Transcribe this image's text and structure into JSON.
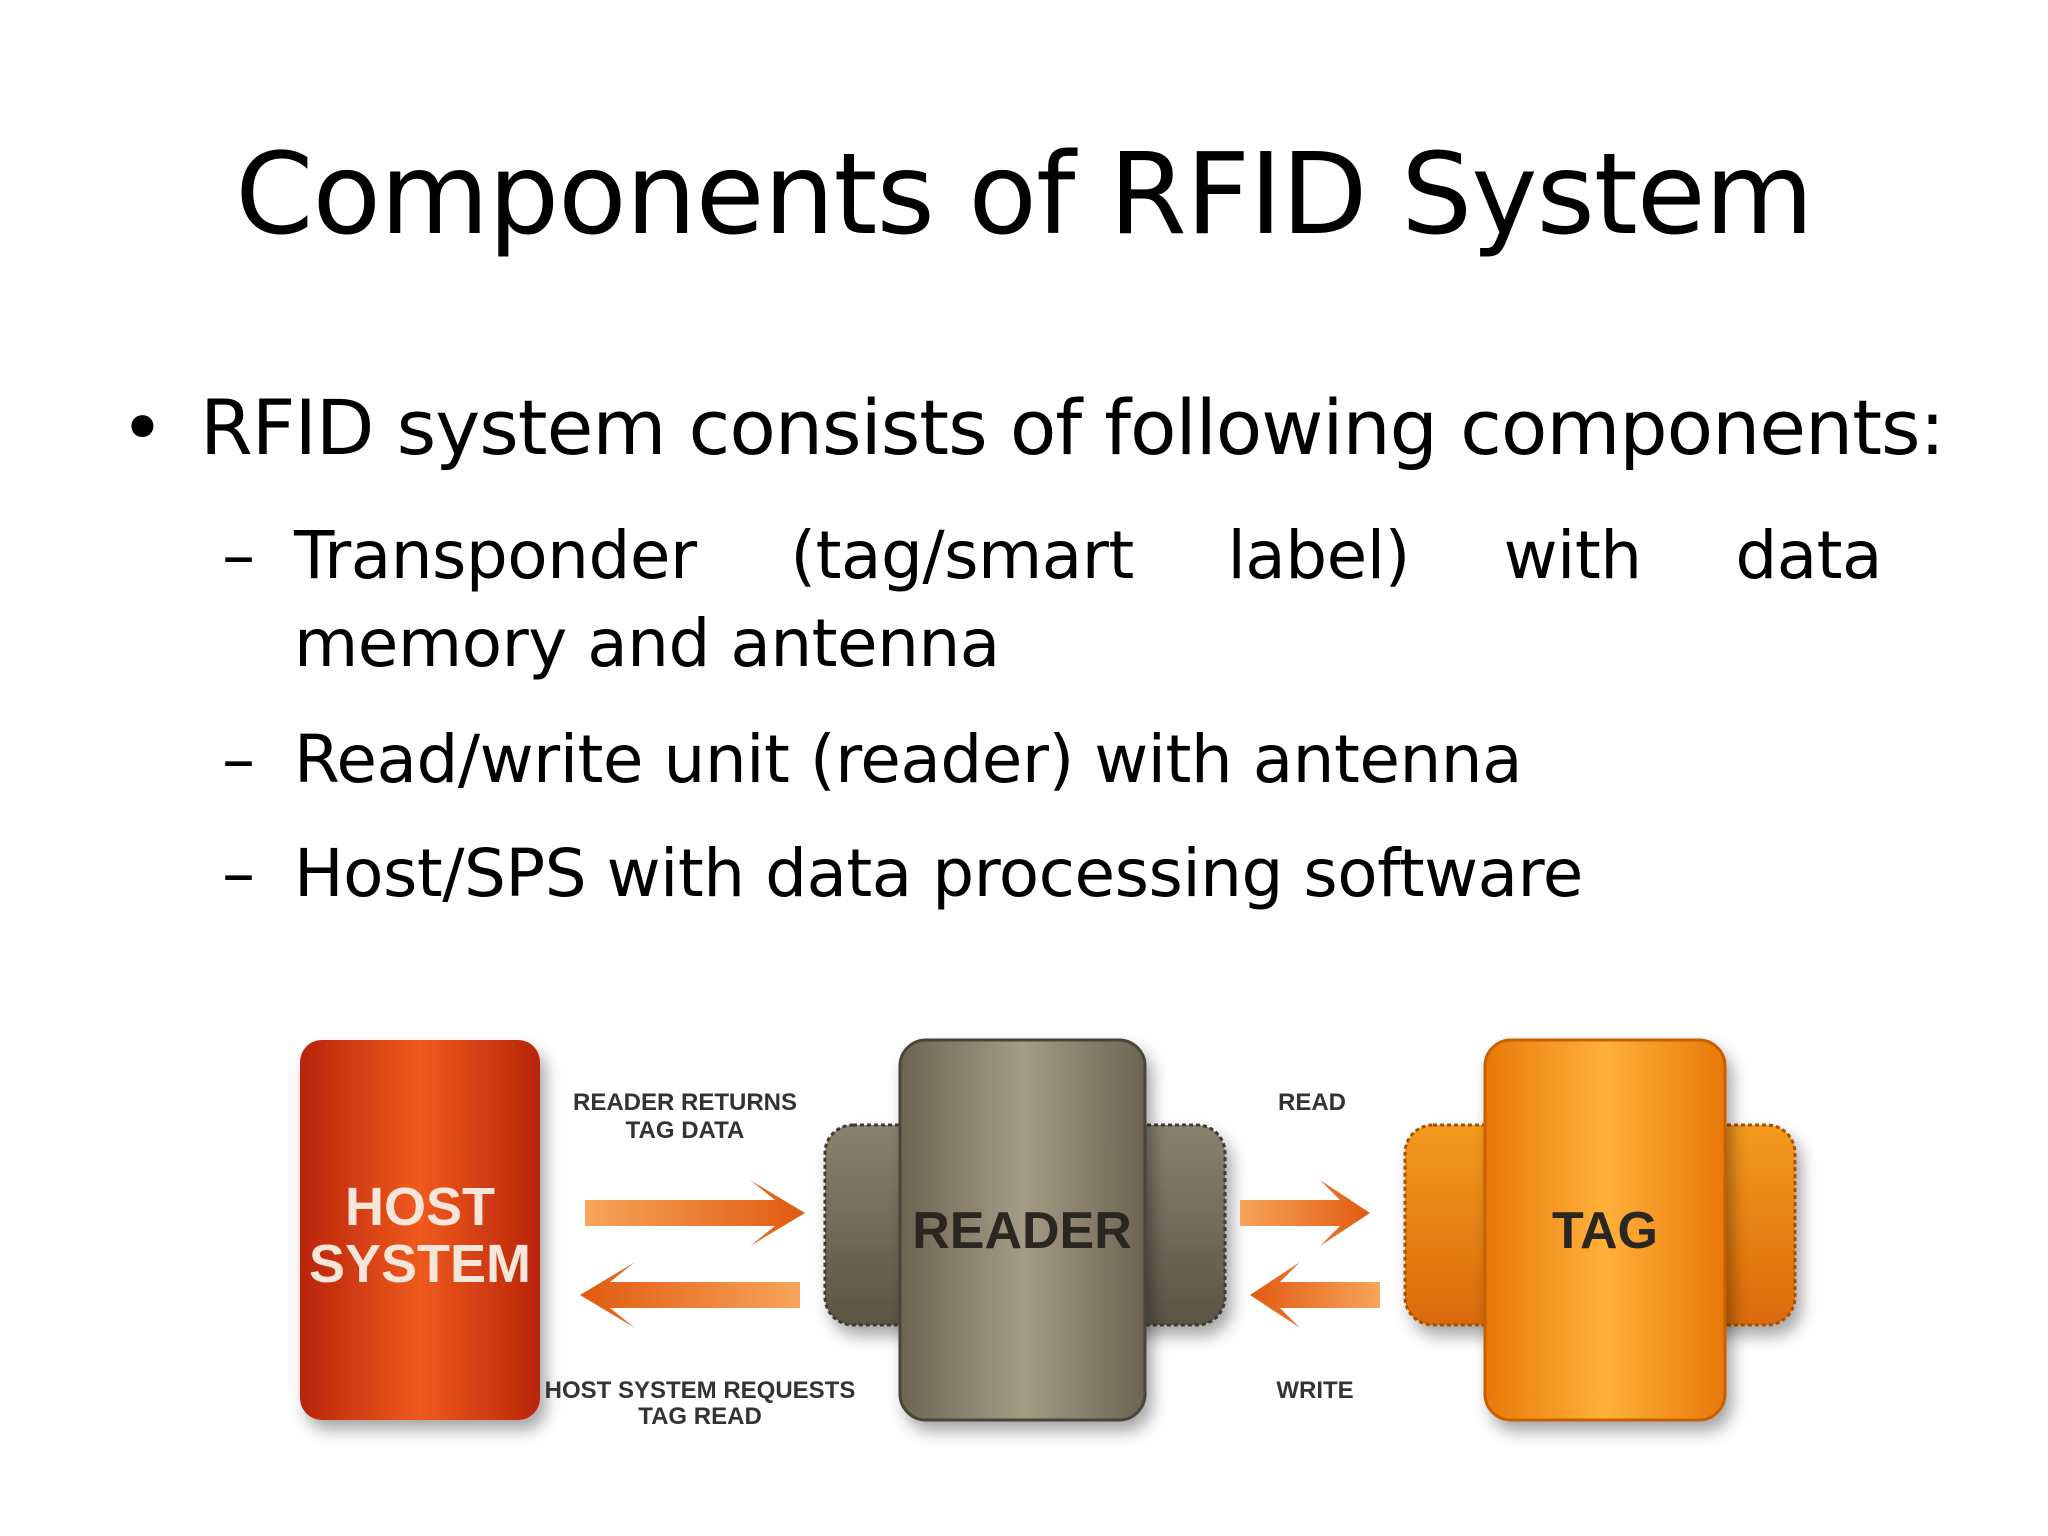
{
  "slide": {
    "title": "Components of RFID System",
    "bullet": "RFID system consists of following components:",
    "bullet_marker": "•",
    "dash_marker": "–",
    "subitems": [
      "Transponder (tag/smart label) with data memory and antenna",
      "Read/write unit (reader) with antenna",
      "Host/SPS with data processing software"
    ]
  },
  "diagram": {
    "host": {
      "line1": "HOST",
      "line2": "SYSTEM"
    },
    "reader": "READER",
    "tag": "TAG",
    "arrow_top_left": {
      "line1": "READER RETURNS",
      "line2": "TAG DATA"
    },
    "arrow_bottom_left": {
      "line1": "HOST SYSTEM REQUESTS",
      "line2": "TAG READ"
    },
    "arrow_top_right": "READ",
    "arrow_bottom_right": "WRITE",
    "colors": {
      "host_dark": "#b8240a",
      "host_light": "#f05a1e",
      "reader_dark": "#6c6452",
      "reader_light": "#a49c86",
      "tag_dark": "#e8780a",
      "tag_light": "#ffb13a",
      "arrow_dark": "#e05a10",
      "arrow_light": "#f7a55a"
    }
  }
}
